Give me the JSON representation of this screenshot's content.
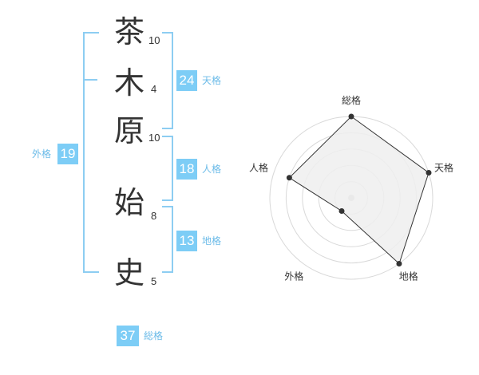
{
  "name": {
    "chars": [
      {
        "char": "茶",
        "strokes": "10"
      },
      {
        "char": "木",
        "strokes": "4"
      },
      {
        "char": "原",
        "strokes": "10"
      },
      {
        "char": "始",
        "strokes": "8"
      },
      {
        "char": "史",
        "strokes": "5"
      }
    ]
  },
  "scores": {
    "tenkaku": {
      "value": "24",
      "label": "天格"
    },
    "jinkaku": {
      "value": "18",
      "label": "人格"
    },
    "chikaku": {
      "value": "13",
      "label": "地格"
    },
    "gaikaku": {
      "value": "19",
      "label": "外格"
    },
    "soukaku": {
      "value": "37",
      "label": "総格"
    }
  },
  "chart_data": {
    "type": "radar",
    "axes": [
      "総格",
      "天格",
      "地格",
      "外格",
      "人格"
    ],
    "values": [
      5,
      5,
      5,
      1,
      4
    ],
    "rmax": 5,
    "rings": 5,
    "colors": {
      "fill": "#efefef",
      "line": "#333333",
      "point": "#333333",
      "grid": "#d9d9d9",
      "center": "#c8c8c8"
    }
  },
  "colors": {
    "accent": "#7dcdf6",
    "label": "#6bbbe8",
    "bracket": "#8dcdf2"
  }
}
